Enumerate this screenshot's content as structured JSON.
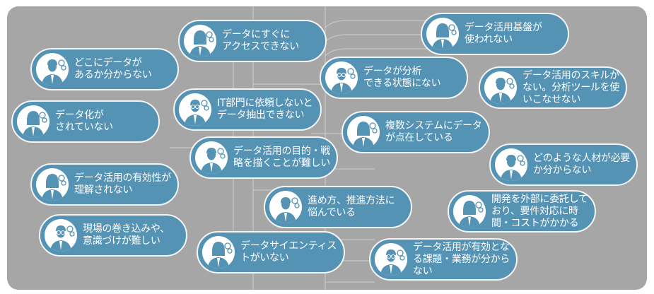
{
  "colors": {
    "panel": "#a6a6a6",
    "bubble": "#5593b5",
    "border": "#f4f4f4",
    "text": "#ffffff"
  },
  "bubbles": [
    {
      "text": "データにすぐに\nアクセスできない",
      "icon": "worried-woman-icon"
    },
    {
      "text": "どこにデータが\nあるか分からない",
      "icon": "worried-man-icon"
    },
    {
      "text": "データ化が\nされていない",
      "icon": "worried-woman-icon"
    },
    {
      "text": "IT部門に依頼しないと\nデータ抽出できない",
      "icon": "worried-man-glasses-icon"
    },
    {
      "text": "データ活用基盤が\n使われない",
      "icon": "worried-woman-icon"
    },
    {
      "text": "データが分析\nできる状態にない",
      "icon": "worried-man-glasses-icon"
    },
    {
      "text": "データ活用のスキルが\nない。分析ツールを使\nいこなせない",
      "icon": "worried-man-icon"
    },
    {
      "text": "複数システムにデータ\nが点在している",
      "icon": "worried-woman-icon"
    },
    {
      "text": "データ活用の目的・戦\n略を描くことが難しい",
      "icon": "worried-man-icon"
    },
    {
      "text": "どのような人材が必要\nか分からない",
      "icon": "worried-man-icon"
    },
    {
      "text": "データ活用の有効性が\n理解されない",
      "icon": "worried-woman-icon"
    },
    {
      "text": "進め方、推進方法に\n悩んでいる",
      "icon": "worried-man-icon"
    },
    {
      "text": "開発を外部に委託して\nおり、要件対応に時\n間・コストがかかる",
      "icon": "worried-woman-icon"
    },
    {
      "text": "現場の巻き込みや、\n意識づけが難しい",
      "icon": "worried-man-glasses-icon"
    },
    {
      "text": "データサイエンティス\nトがいない",
      "icon": "worried-woman-icon"
    },
    {
      "text": "データ活用が有効とな\nる課題・業務が分から\nない",
      "icon": "worried-man-glasses-icon"
    }
  ]
}
